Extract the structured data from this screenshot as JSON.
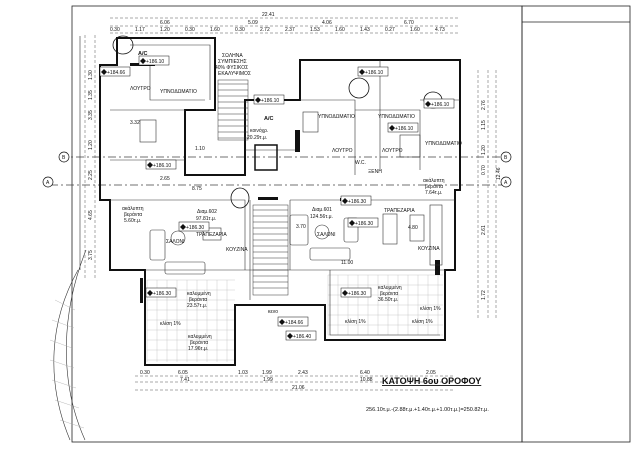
{
  "drawing": {
    "title": "ΚΑΤΟΨΗ 6ου ΟΡΟΦΟΥ",
    "area_formula": "256.10τ.μ.-(2.88τ.μ.+1.40τ.μ.+1.00τ.μ.)=250.82τ.μ."
  },
  "dimensions": {
    "top_total": "22.41",
    "top_main": [
      "6.06",
      "5.09",
      "4.06",
      "6.70"
    ],
    "top_detail": [
      "0.30",
      "1.17",
      "1.20",
      "0.30",
      "1.60",
      "0.30",
      "2.72",
      "2.37",
      "1.53",
      "1.60",
      "1.43",
      "0.27",
      "1.60",
      "4.73"
    ],
    "bottom_detail": [
      "0.30",
      "6.05",
      "1.03",
      "1.99",
      "2.43",
      "6.40",
      "2.05"
    ],
    "bottom_main": [
      "7.41",
      "1.99",
      "10.88"
    ],
    "bottom_total": "21.06",
    "left": [
      "1.30",
      "1.35",
      "3.35",
      "1.20",
      "2.25",
      "4.65",
      "3.75"
    ],
    "right": [
      "2.76",
      "1.15",
      "1.20",
      "0.70",
      "2.61",
      "1.72",
      "12.46"
    ]
  },
  "labels": {
    "pipe_note": [
      "ΣΩΛΗΝΑ",
      "ΣΥΜΠΙΕΣΗΣ",
      "40% ΦΥΣΙΚΟΣ",
      "ΕΚΑΛΥΨΙΜΟΣ"
    ],
    "ac_1": "A/C",
    "ac_2": "A/C",
    "bedroom_1": "ΥΠΝΟΔΩΜΑΤΙΟ",
    "bedroom_2": "ΥΠΝΟΔΩΜΑΤΙΟ",
    "bedroom_3": "ΥΠΝΟΔΩΜΑΤΙΟ",
    "bedroom_4": "ΥΠΝΟΔΩΜΑΤΙΟ",
    "bath_1": "ΛΟΥΤΡΟ",
    "bath_2": "ΛΟΥΤΡΟ",
    "bath_3": "ΛΟΥΤΡΟ",
    "wc": "W.C.",
    "storage": "ΞΕΝΗ",
    "lobby": "κοινόχρ.",
    "lobby_area": "20.29τ.μ.",
    "apt602_name": "Διαμ.602",
    "apt602_area": "97.81τ.μ.",
    "apt601_name": "Διαμ.601",
    "apt601_area": "124.56τ.μ.",
    "living_1": "ΣΑΛΟΝΙ",
    "living_2": "ΣΑΛΟΝΙ",
    "dining_1": "ΤΡΑΠΕΖΑΡΙΑ",
    "dining_2": "ΤΡΑΠΕΖΑΡΙΑ",
    "kitchen_1": "ΚΟΥΖΙΝΑ",
    "kitchen_2": "ΚΟΥΖΙΝΑ",
    "veranda_open_1": [
      "ακάλυπτη",
      "βεράντα",
      "5.60τ.μ."
    ],
    "veranda_open_2": [
      "ακάλυπτη",
      "βεράντα",
      "7.64τ.μ."
    ],
    "veranda_covered_1": [
      "καλυμμένη",
      "βεράντα",
      "23.57τ.μ."
    ],
    "veranda_covered_2": [
      "καλυμμένη",
      "βεράντα",
      "17.96τ.μ."
    ],
    "veranda_covered_3": [
      "καλυμμένη",
      "βεράντα",
      "36.50τ.μ."
    ],
    "roof": "κενο",
    "slope_1": "κλίση 1%",
    "slope_2": "κλίση 1%",
    "slope_3": "κλίση 1%",
    "slope_4": "κλίση 1%",
    "dim_11": "11.00",
    "dim_875": "8.75",
    "dim_265": "2.65",
    "dim_110": "1.10",
    "dim_332": "3.32",
    "dim_480": "4.80",
    "dim_370": "3.70"
  },
  "elevations": [
    "+186.10",
    "+184.66",
    "+186.10",
    "+186.10",
    "+186.10",
    "+186.30",
    "+186.30",
    "+186.30",
    "+186.10",
    "+186.30",
    "+186.30",
    "+184.66",
    "+186.40",
    "+186.10"
  ],
  "axes": [
    "Α",
    "Α",
    "Β",
    "Β"
  ],
  "colors": {
    "line": "#111111",
    "hatch": "#666666",
    "paper": "#ffffff"
  }
}
